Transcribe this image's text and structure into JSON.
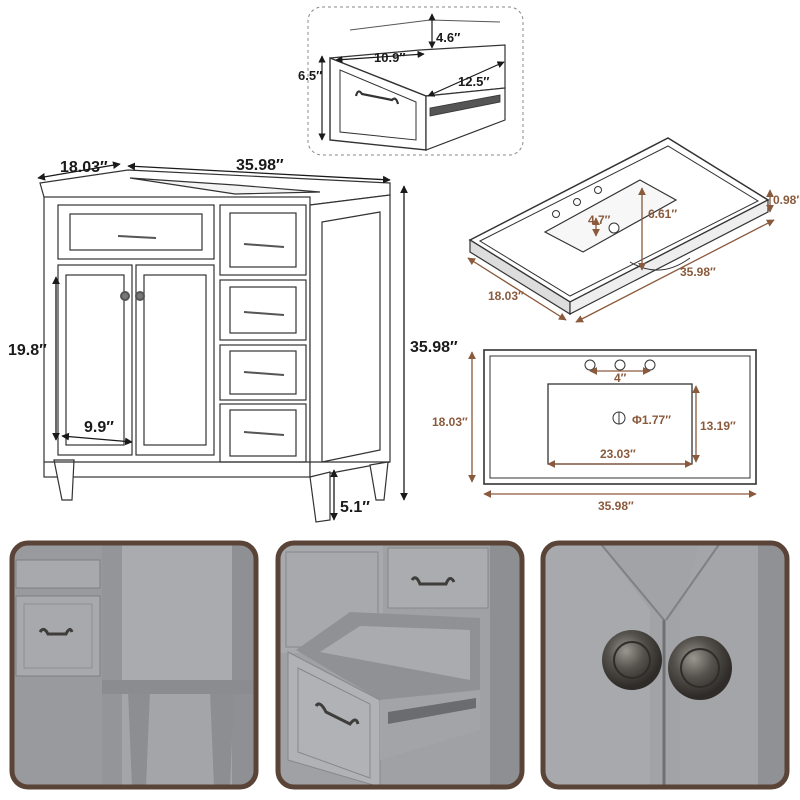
{
  "dimensions": {
    "drawer_height": "6.5″",
    "drawer_inner_height": "4.6″",
    "drawer_width": "10.9″",
    "drawer_depth": "12.5″",
    "vanity_depth": "18.03″",
    "vanity_width": "35.98″",
    "vanity_height": "35.98″",
    "door_height": "19.8″",
    "door_width": "9.9″",
    "leg_height": "5.1″",
    "top_thickness": "0.98″",
    "top_depth": "18.03″",
    "top_width": "35.98″",
    "basin_depth": "6.61″",
    "faucet_spread_iso": "4.7″",
    "plan_depth": "18.03″",
    "faucet_spread": "4″",
    "drain_diameter": "Φ1.77″",
    "basin_width_front": "13.19″",
    "basin_length": "23.03″",
    "plan_width": "35.98″"
  },
  "colors": {
    "line": "#333333",
    "brown_dim": "#8a5a3c",
    "frame": "#5a4438",
    "cabinet_gray": "#9c9ea1",
    "cabinet_shadow": "#7d7f82",
    "knob": "#4a4744"
  },
  "icons": [
    "drawer-pull-icon",
    "round-knob-icon",
    "drain-icon",
    "faucet-hole-icon"
  ]
}
